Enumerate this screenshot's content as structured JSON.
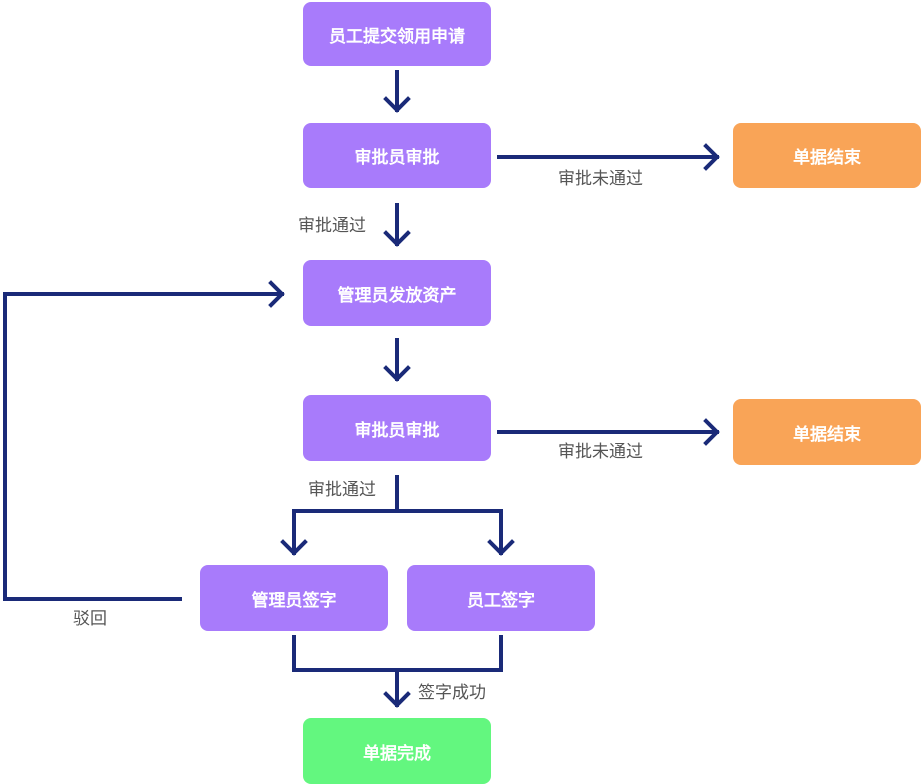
{
  "nodes": {
    "submit": "员工提交领用申请",
    "review1": "审批员审批",
    "end1": "单据结束",
    "issue": "管理员发放资产",
    "review2": "审批员审批",
    "end2": "单据结束",
    "admin_sign": "管理员签字",
    "employee_sign": "员工签字",
    "complete": "单据完成"
  },
  "edge_labels": {
    "reject1": "审批未通过",
    "approve1": "审批通过",
    "reject2": "审批未通过",
    "approve2": "审批通过",
    "send_back": "驳回",
    "signed": "签字成功"
  },
  "colors": {
    "process": "#a87bfb",
    "end": "#f9a457",
    "done": "#63f77f",
    "connector": "#1a2a78",
    "label": "#555555"
  }
}
